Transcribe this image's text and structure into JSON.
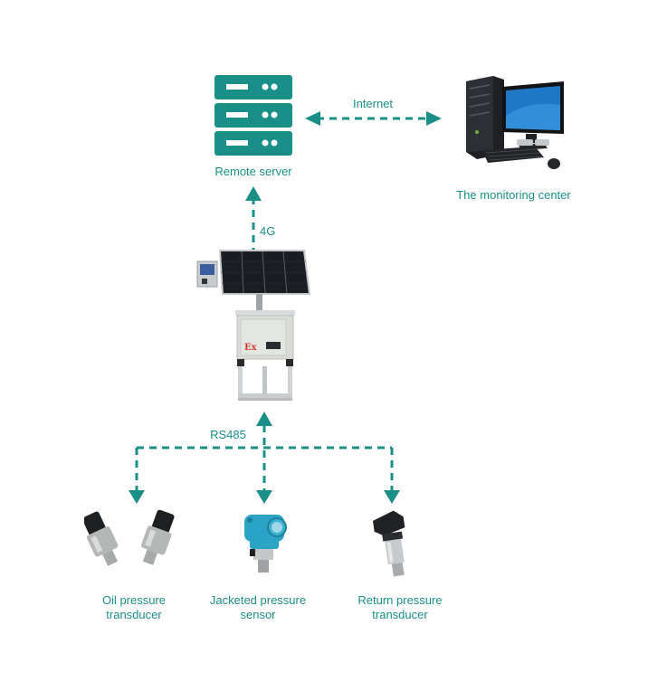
{
  "colors": {
    "accent": "#1a8f88",
    "background": "#ffffff"
  },
  "nodes": {
    "remote_server": {
      "label": "Remote server",
      "icon": "server-icon"
    },
    "monitoring_center": {
      "label": "The monitoring center",
      "icon": "desktop-computer-icon"
    },
    "rtu": {
      "label": "",
      "icon": "solar-powered-rtu-icon",
      "badge": "Ex"
    },
    "oil_sensor": {
      "label_line1": "Oil pressure",
      "label_line2": "transducer",
      "icon": "oil-pressure-transducer-icon"
    },
    "jacketed_sensor": {
      "label_line1": "Jacketed pressure",
      "label_line2": "sensor",
      "icon": "jacketed-pressure-sensor-icon"
    },
    "return_sensor": {
      "label_line1": "Return pressure",
      "label_line2": "transducer",
      "icon": "return-pressure-transducer-icon"
    }
  },
  "links": {
    "internet": {
      "label": "Internet",
      "from": "Remote server",
      "to": "The monitoring center",
      "style": "dashed-bidirectional"
    },
    "cellular": {
      "label": "4G",
      "from": "RTU",
      "to": "Remote server",
      "style": "dashed-arrow-up"
    },
    "bus": {
      "label": "RS485",
      "from": "RTU",
      "to": [
        "Oil pressure transducer",
        "Jacketed pressure sensor",
        "Return pressure transducer"
      ],
      "style": "dashed-bus"
    }
  }
}
